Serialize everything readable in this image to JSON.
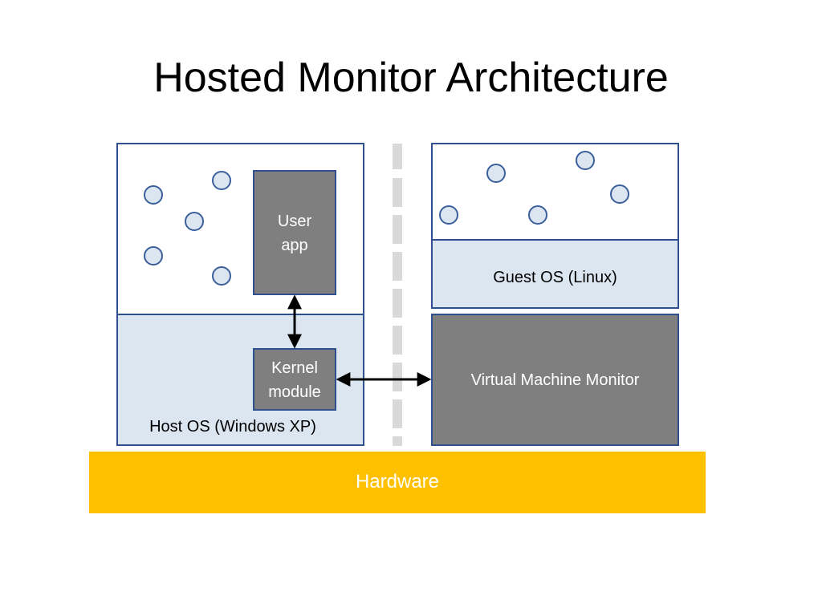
{
  "title": "Hosted Monitor Architecture",
  "left_stack": {
    "user_app": [
      "User",
      "app"
    ],
    "kernel_module": [
      "Kernel",
      "module"
    ],
    "host_os": "Host OS (Windows XP)"
  },
  "right_stack": {
    "guest_os": "Guest OS (Linux)",
    "vmm": "Virtual Machine Monitor"
  },
  "hardware": "Hardware",
  "colors": {
    "border": "#2f4f8f",
    "os_fill": "#dce6f1",
    "dark_fill": "#7f7f7f",
    "hardware_fill": "#ffc000",
    "divider": "#d9d9d9"
  }
}
